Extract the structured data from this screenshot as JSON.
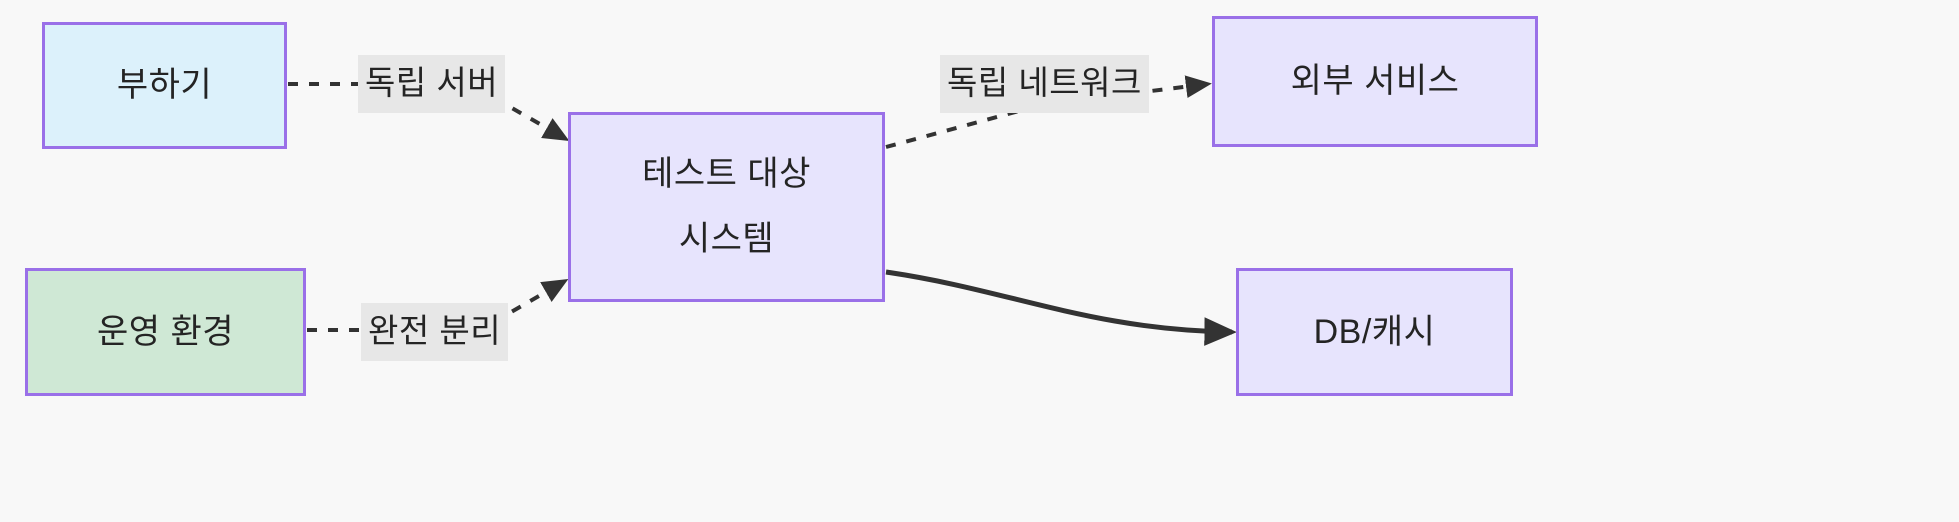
{
  "diagram": {
    "type": "flowchart",
    "background_color": "#f8f8f8",
    "node_border_color": "#9a70e8",
    "edge_color": "#333333",
    "edge_label_background": "#e7e7e7",
    "nodes": [
      {
        "id": "load-generator",
        "label": "부하기",
        "fill": "#dcf1fb"
      },
      {
        "id": "production-env",
        "label": "운영 환경",
        "fill": "#cfe8d5"
      },
      {
        "id": "system-under-test",
        "label_line1": "테스트 대상",
        "label_line2": "시스템",
        "fill": "#e7e4fd"
      },
      {
        "id": "external-service",
        "label": "외부 서비스",
        "fill": "#e7e4fd"
      },
      {
        "id": "db-cache",
        "label": "DB/캐시",
        "fill": "#e7e4fd"
      }
    ],
    "edges": [
      {
        "id": "load-generator-to-sut",
        "from": "load-generator",
        "to": "system-under-test",
        "label": "독립 서버",
        "style": "dotted",
        "arrow": true
      },
      {
        "id": "production-env-to-sut",
        "from": "production-env",
        "to": "system-under-test",
        "label": "완전 분리",
        "style": "dotted",
        "arrow": true
      },
      {
        "id": "sut-to-external-service",
        "from": "system-under-test",
        "to": "external-service",
        "label": "독립 네트워크",
        "style": "dotted",
        "arrow": true
      },
      {
        "id": "sut-to-db-cache",
        "from": "system-under-test",
        "to": "db-cache",
        "label": "",
        "style": "solid",
        "arrow": true
      }
    ]
  }
}
